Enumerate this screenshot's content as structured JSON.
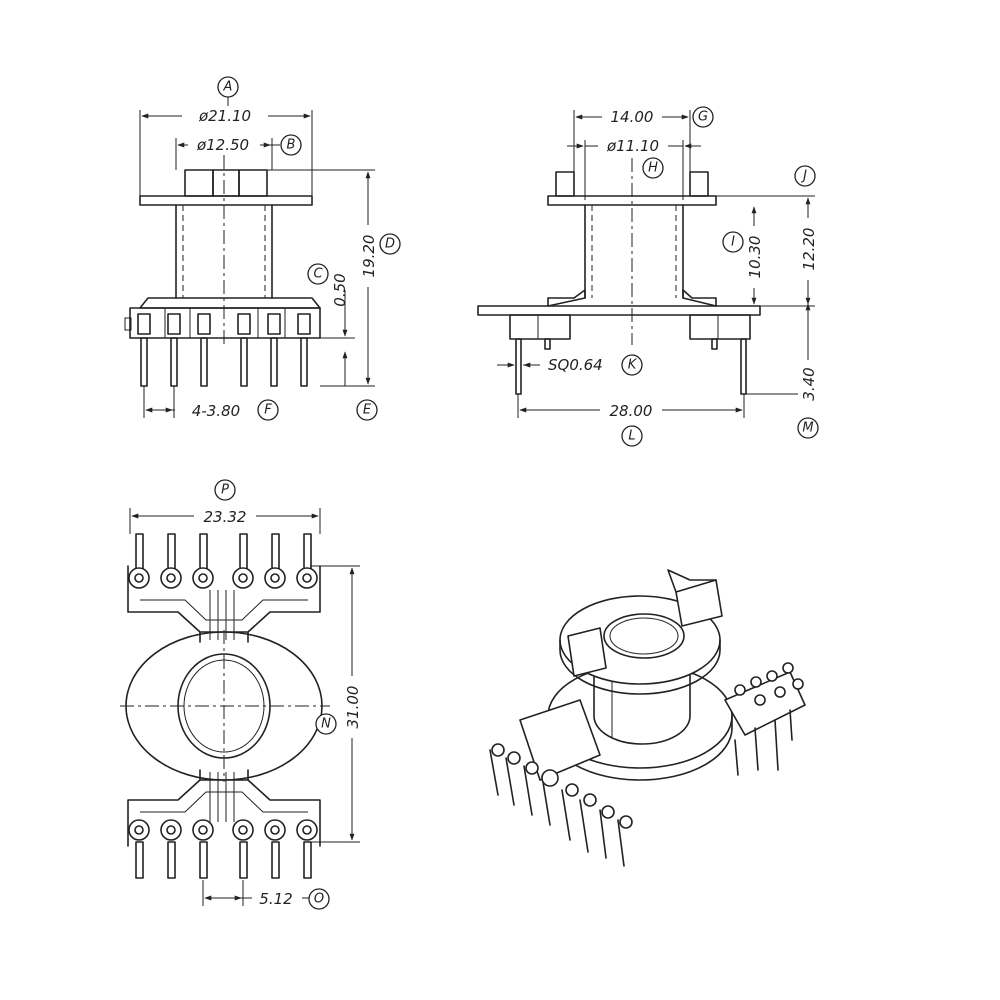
{
  "dimensions": {
    "A": "ø21.10",
    "B": "ø12.50",
    "C": "0.50",
    "D": "19.20",
    "F": "4-3.80",
    "G": "14.00",
    "H": "ø11.10",
    "I": "10.30",
    "J": "12.20",
    "K": "SQ0.64",
    "L": "28.00",
    "M": "3.40",
    "N": "31.00",
    "O": "5.12",
    "P": "23.32"
  },
  "callouts": [
    "A",
    "B",
    "C",
    "D",
    "E",
    "F",
    "G",
    "H",
    "I",
    "J",
    "K",
    "L",
    "M",
    "N",
    "O",
    "P"
  ]
}
